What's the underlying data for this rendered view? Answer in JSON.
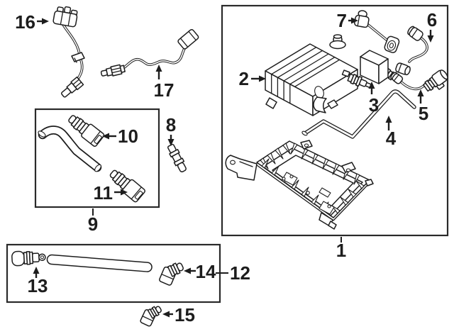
{
  "figure": {
    "background": "#ffffff",
    "line_color": "#1d1d1d",
    "box_stroke": "#2a2a2a",
    "callouts": {
      "c1": "1",
      "c2": "2",
      "c3": "3",
      "c4": "4",
      "c5": "5",
      "c6": "6",
      "c7": "7",
      "c8": "8",
      "c9": "9",
      "c10": "10",
      "c11": "11",
      "c12": "12",
      "c13": "13",
      "c14": "14",
      "c15": "15",
      "c16": "16",
      "c17": "17"
    }
  }
}
